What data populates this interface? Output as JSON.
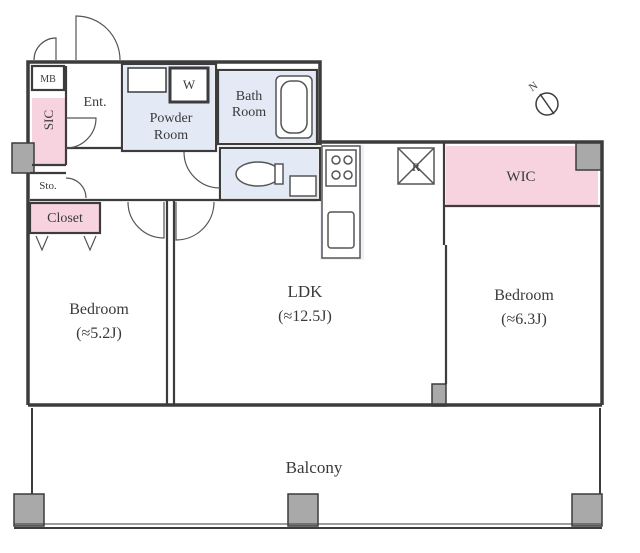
{
  "rooms": {
    "mb": "MB",
    "ent": "Ent.",
    "sic": "SIC",
    "sto": "Sto.",
    "closet": "Closet",
    "powder_line1": "Powder",
    "powder_line2": "Room",
    "washer": "W",
    "bath_line1": "Bath",
    "bath_line2": "Room",
    "fridge": "R",
    "wic": "WIC",
    "ldk": "LDK",
    "ldk_size": "(≈12.5J)",
    "bedroom_left": "Bedroom",
    "bedroom_left_size": "(≈5.2J)",
    "bedroom_right": "Bedroom",
    "bedroom_right_size": "(≈6.3J)",
    "balcony": "Balcony"
  },
  "compass": {
    "label": "N"
  },
  "colors": {
    "wall": "#3c3c3c",
    "pillar": "#a9a9a9",
    "storage_pink": "#f7d3e0",
    "wet_blue": "#e4e9f6",
    "line": "#555555"
  }
}
